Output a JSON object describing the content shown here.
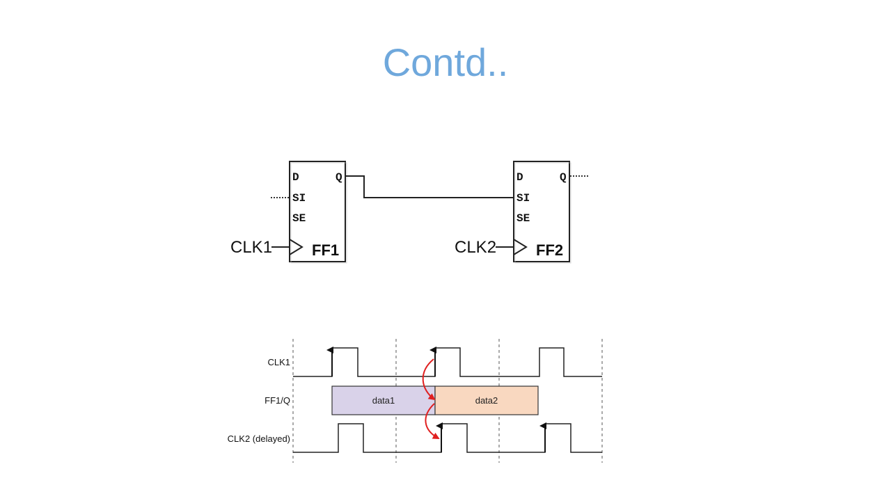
{
  "title": "Contd..",
  "colors": {
    "title": "#6fa8dc",
    "data1_fill": "#d9d2e9",
    "data2_fill": "#f9d8c0",
    "arrow": "#e02020",
    "line": "#222222"
  },
  "schematic": {
    "ff1": {
      "name": "FF1",
      "pins": {
        "d": "D",
        "q": "Q",
        "si": "SI",
        "se": "SE"
      },
      "clock": "CLK1"
    },
    "ff2": {
      "name": "FF2",
      "pins": {
        "d": "D",
        "q": "Q",
        "si": "SI",
        "se": "SE"
      },
      "clock": "CLK2"
    }
  },
  "waveform": {
    "signals": [
      "CLK1",
      "FF1/Q",
      "CLK2 (delayed)"
    ],
    "data_segments": [
      "data1",
      "data2"
    ]
  }
}
